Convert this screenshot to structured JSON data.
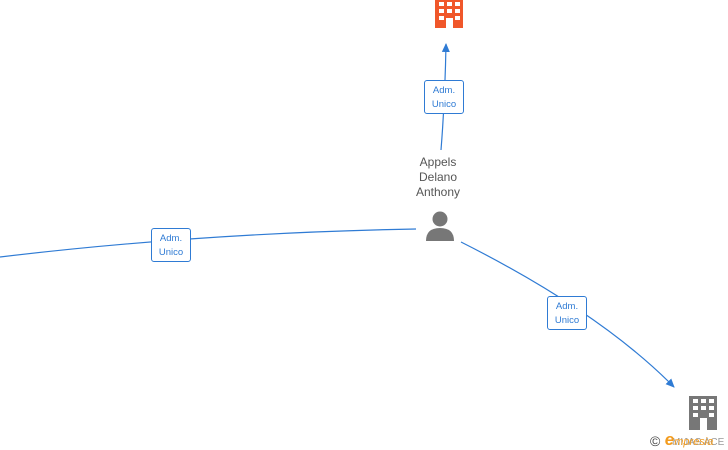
{
  "colors": {
    "edge": "#2f7bd4",
    "company_highlight": "#f0572a",
    "company_default": "#777777",
    "person": "#777777",
    "brand": "#f39c1f"
  },
  "nodes": {
    "company_top": {
      "icon": "building-icon"
    },
    "person": {
      "icon": "person-icon",
      "name_lines": [
        "Appels",
        "Delano",
        "Anthony"
      ]
    },
    "company_bottom_right": {
      "icon": "building-icon",
      "label_partial": "MIJAS ACE"
    }
  },
  "edges": [
    {
      "id": "to-top",
      "label_lines": [
        "Adm.",
        "Unico"
      ]
    },
    {
      "id": "from-left",
      "label_lines": [
        "Adm.",
        "Unico"
      ]
    },
    {
      "id": "to-bottom-right",
      "label_lines": [
        "Adm.",
        "Unico"
      ]
    }
  ],
  "footer": {
    "copyright": "©",
    "brand_initial": "e",
    "brand_rest": "mpresia"
  }
}
